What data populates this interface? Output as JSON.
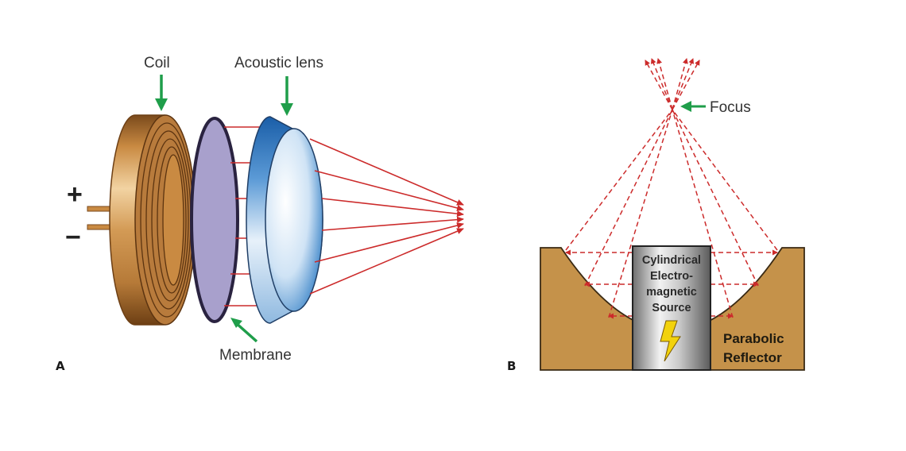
{
  "panel_a": {
    "letter": "A",
    "coil_label": "Coil",
    "lens_label": "Acoustic lens",
    "membrane_label": "Membrane",
    "plus_sign": "+",
    "minus_sign": "−"
  },
  "panel_b": {
    "letter": "B",
    "focus_label": "Focus",
    "source_lines": [
      "Cylindrical",
      "Electro-",
      "magnetic",
      "Source"
    ],
    "reflector_lines": [
      "Parabolic",
      "Reflector"
    ]
  },
  "colors": {
    "arrow_green": "#1f9e4a",
    "wave_red": "#cc2b2b",
    "coil_copper": "#c98a42",
    "membrane_lavender": "#a8a0cc",
    "lens_blue": "#2a73bf",
    "reflector_tan": "#c5924a"
  },
  "icons": [
    "lightning-bolt-icon"
  ]
}
